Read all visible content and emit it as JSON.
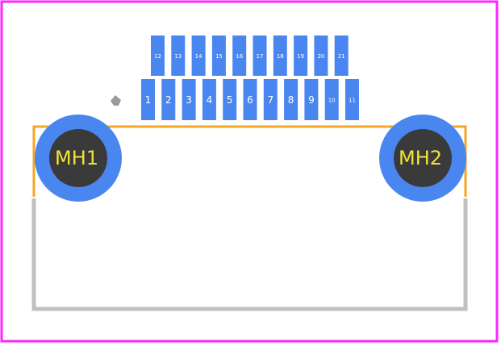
{
  "colors": {
    "board_outline": "#ff26ff",
    "pad": "#4a86f0",
    "pad_text": "#ffffff",
    "silk_top": "#f5a623",
    "silk_bottom": "#c0c0c0",
    "hole_ring": "#4a86f0",
    "hole_center": "#3a3a3a",
    "hole_text": "#f2e238",
    "pin1_marker": "#9a9a9a"
  },
  "pads_top_row": [
    "12",
    "13",
    "14",
    "15",
    "16",
    "17",
    "18",
    "19",
    "20",
    "21"
  ],
  "pads_bottom_row": [
    "1",
    "2",
    "3",
    "4",
    "5",
    "6",
    "7",
    "8",
    "9",
    "10",
    "11"
  ],
  "mounting_holes": [
    "MH1",
    "MH2"
  ]
}
